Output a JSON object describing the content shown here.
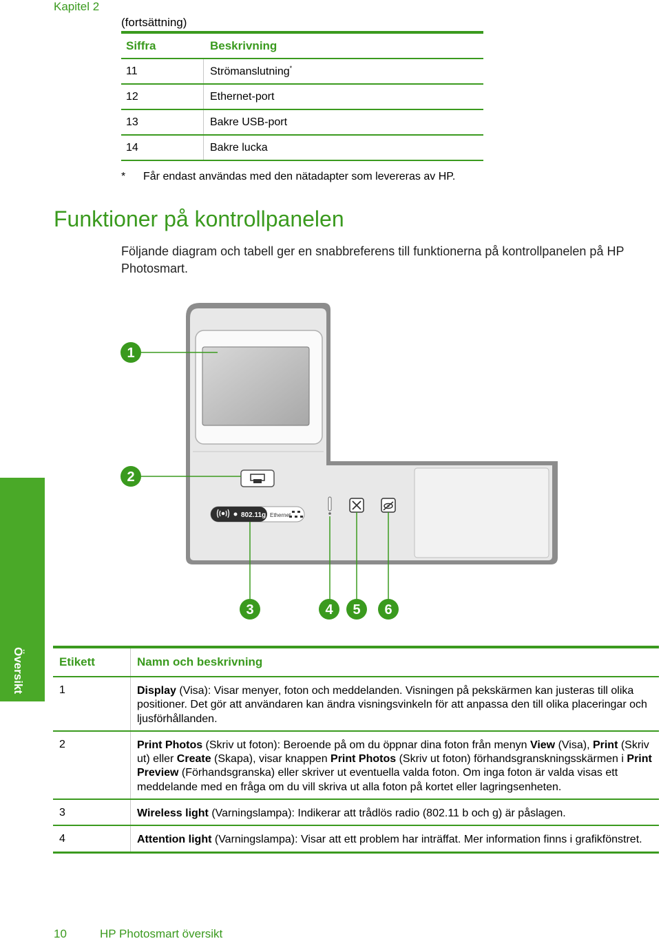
{
  "header": {
    "chapter": "Kapitel 2",
    "continuation": "(fortsättning)"
  },
  "parts_table": {
    "col_number": "Siffra",
    "col_description": "Beskrivning",
    "rows": [
      {
        "number": "11",
        "description": "Strömanslutning",
        "mark": "*"
      },
      {
        "number": "12",
        "description": "Ethernet-port"
      },
      {
        "number": "13",
        "description": "Bakre USB-port"
      },
      {
        "number": "14",
        "description": "Bakre lucka"
      }
    ],
    "footnote_mark": "*",
    "footnote_text": "Får endast användas med den nätadapter som levereras av HP."
  },
  "section": {
    "title": "Funktioner på kontrollpanelen",
    "intro": "Följande diagram och tabell ger en snabbreferens till funktionerna på kontrollpanelen på HP Photosmart."
  },
  "diagram": {
    "callouts": [
      "1",
      "2",
      "3",
      "4",
      "5",
      "6"
    ],
    "wireless_badge": "802.11g",
    "ethernet_label": "Ethernet",
    "icons": [
      "print-photos-icon",
      "wireless-icon",
      "ethernet-icon",
      "attention-icon",
      "cancel-icon",
      "red-eye-icon"
    ]
  },
  "side_tab": {
    "label": "Översikt"
  },
  "features_table": {
    "col_label": "Etikett",
    "col_name": "Namn och beskrivning",
    "rows": [
      {
        "label": "1",
        "parts": [
          {
            "b": "Display"
          },
          {
            "t": " (Visa): Visar menyer, foton och meddelanden. Visningen på pekskärmen kan justeras till olika positioner. Det gör att användaren kan ändra visningsvinkeln för att anpassa den till olika placeringar och ljusförhållanden."
          }
        ]
      },
      {
        "label": "2",
        "parts": [
          {
            "b": "Print Photos"
          },
          {
            "t": " (Skriv ut foton): Beroende på om du öppnar dina foton från menyn "
          },
          {
            "b": "View"
          },
          {
            "t": " (Visa), "
          },
          {
            "b": "Print"
          },
          {
            "t": " (Skriv ut) eller "
          },
          {
            "b": "Create"
          },
          {
            "t": " (Skapa), visar knappen "
          },
          {
            "b": "Print Photos"
          },
          {
            "t": " (Skriv ut foton) förhandsgranskningsskärmen i "
          },
          {
            "b": "Print Preview"
          },
          {
            "t": " (Förhandsgranska) eller skriver ut eventuella valda foton. Om inga foton är valda visas ett meddelande med en fråga om du vill skriva ut alla foton på kortet eller lagringsenheten."
          }
        ]
      },
      {
        "label": "3",
        "parts": [
          {
            "b": "Wireless light"
          },
          {
            "t": " (Varningslampa): Indikerar att trådlös radio (802.11 b och g) är påslagen."
          }
        ]
      },
      {
        "label": "4",
        "parts": [
          {
            "b": "Attention light"
          },
          {
            "t": " (Varningslampa): Visar att ett problem har inträffat. Mer information finns i grafikfönstret."
          }
        ]
      }
    ]
  },
  "footer": {
    "page_number": "10",
    "title": "HP Photosmart översikt"
  },
  "colors": {
    "accent": "#3a9a1e",
    "side_tab": "#4aa928",
    "panel_gray": "#8c8c8c"
  }
}
